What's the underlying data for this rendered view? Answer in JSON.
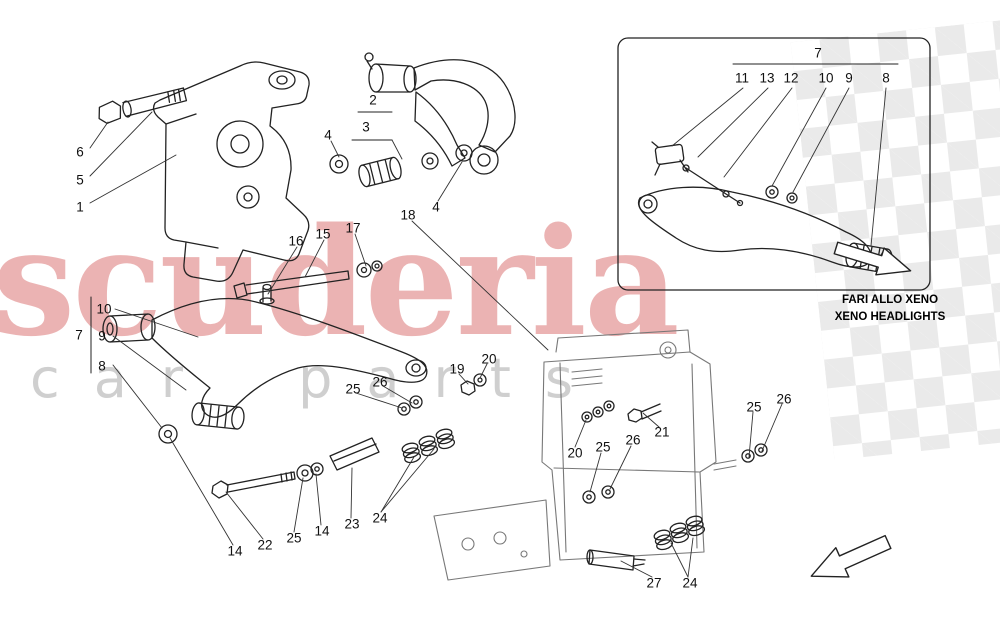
{
  "diagram": {
    "watermark": {
      "title": "scuderia",
      "subtitle": "car parts",
      "title_color": "#d96a6a",
      "subtitle_color": "#a0a0a0"
    },
    "inset": {
      "caption_line1": "FARI ALLO XENO",
      "caption_line2": "XENO HEADLIGHTS"
    },
    "callouts": {
      "main": [
        "6",
        "5",
        "1",
        "2",
        "3",
        "4",
        "4",
        "16",
        "15",
        "17",
        "18",
        "7",
        "10",
        "9",
        "8",
        "19",
        "20",
        "25",
        "26",
        "20",
        "25",
        "26",
        "21",
        "14",
        "22",
        "25",
        "14",
        "23",
        "24",
        "25",
        "26",
        "27",
        "24"
      ],
      "inset": [
        "7",
        "11",
        "13",
        "12",
        "10",
        "9",
        "8"
      ]
    },
    "colors": {
      "line": "#222222",
      "frame_line": "#787878",
      "watermark_red": "#d96a6a",
      "checker_gray": "#999999"
    }
  }
}
